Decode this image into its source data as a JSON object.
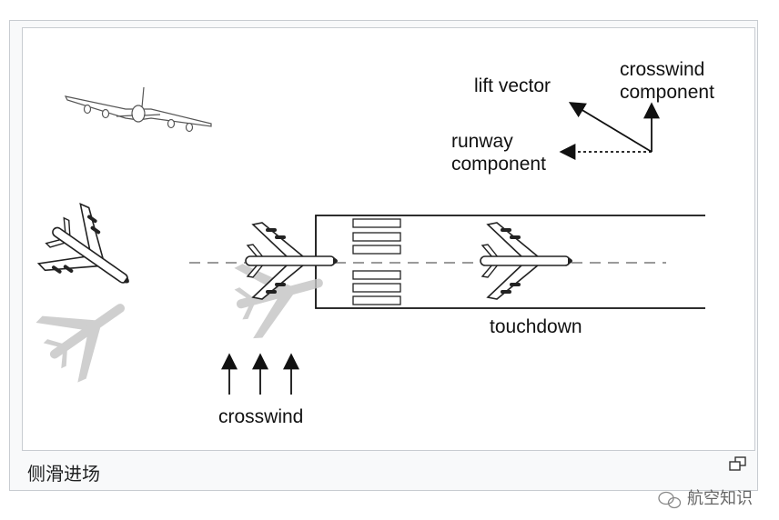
{
  "labels": {
    "lift_vector": "lift vector",
    "crosswind_component": "crosswind\ncomponent",
    "runway_component": "runway\ncomponent",
    "touchdown": "touchdown",
    "crosswind": "crosswind"
  },
  "caption": "侧滑进场",
  "watermark": "航空知识",
  "icons": {
    "enlarge": "enlarge-icon",
    "watermark": "wechat-icon"
  },
  "colors": {
    "frame": "#f8f9fa",
    "border": "#c8ccd1",
    "line": "#111111",
    "centerline": "#9a9a9a",
    "shadow": "#bdbdbd",
    "aircraft": "#ffffff"
  }
}
